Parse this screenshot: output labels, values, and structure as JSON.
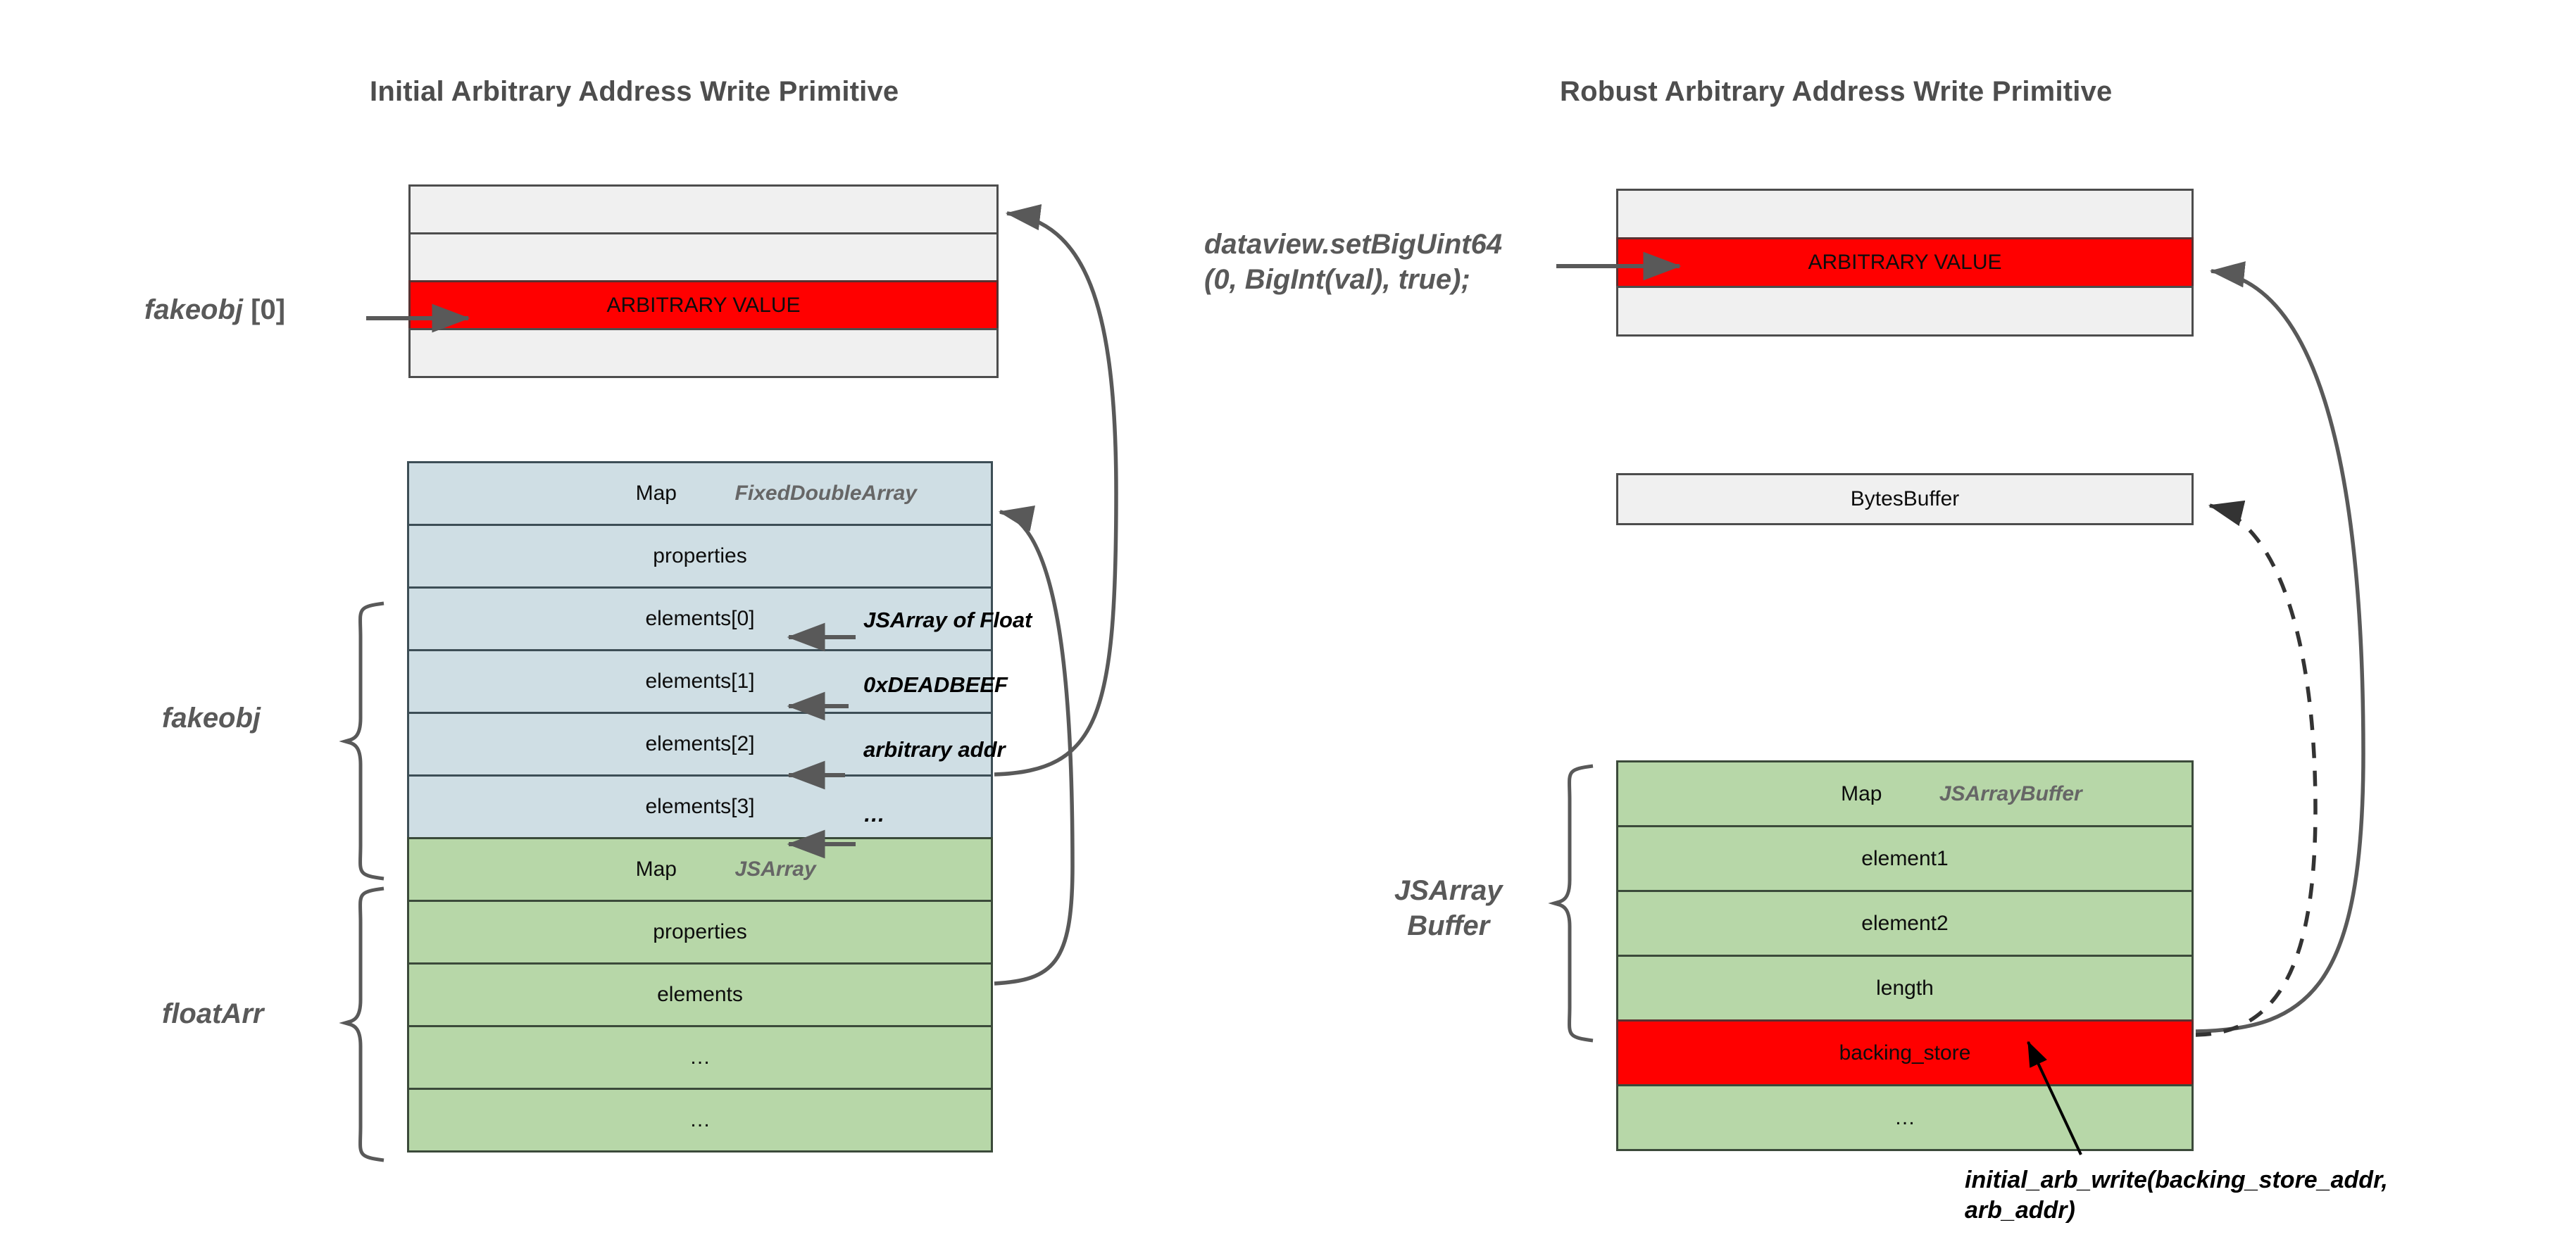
{
  "left_panel": {
    "title": "Initial Arbitrary Address Write Primitive",
    "target_block": {
      "rows": [
        {
          "label": "",
          "fill": "gray"
        },
        {
          "label": "",
          "fill": "gray"
        },
        {
          "label": "ARBITRARY VALUE",
          "fill": "red"
        },
        {
          "label": "",
          "fill": "gray"
        }
      ]
    },
    "pointer_label": "fakeobj [0]",
    "pointer_label_em": "fakeobj",
    "pointer_label_rest": " [0]",
    "struct_table": {
      "rows": [
        {
          "label": "Map",
          "type_tag": "FixedDoubleArray",
          "fill": "blue",
          "annotation": ""
        },
        {
          "label": "properties",
          "type_tag": "",
          "fill": "blue",
          "annotation": ""
        },
        {
          "label": "elements[0]",
          "type_tag": "",
          "fill": "blue",
          "annotation": "JSArray of Float"
        },
        {
          "label": "elements[1]",
          "type_tag": "",
          "fill": "blue",
          "annotation": "0xDEADBEEF"
        },
        {
          "label": "elements[2]",
          "type_tag": "",
          "fill": "blue",
          "annotation": "arbitrary addr"
        },
        {
          "label": "elements[3]",
          "type_tag": "",
          "fill": "blue",
          "annotation": "…"
        },
        {
          "label": "Map",
          "type_tag": "JSArray",
          "fill": "green",
          "annotation": ""
        },
        {
          "label": "properties",
          "type_tag": "",
          "fill": "green",
          "annotation": ""
        },
        {
          "label": "elements",
          "type_tag": "",
          "fill": "green",
          "annotation": ""
        },
        {
          "label": "…",
          "type_tag": "",
          "fill": "green",
          "annotation": ""
        },
        {
          "label": "…",
          "type_tag": "",
          "fill": "green",
          "annotation": ""
        }
      ]
    },
    "brace_labels": [
      {
        "text": "fakeobj"
      },
      {
        "text": "floatArr"
      }
    ]
  },
  "right_panel": {
    "title": "Robust Arbitrary Address Write Primitive",
    "target_block": {
      "rows": [
        {
          "label": "",
          "fill": "gray"
        },
        {
          "label": "ARBITRARY VALUE",
          "fill": "red"
        },
        {
          "label": "",
          "fill": "gray"
        }
      ]
    },
    "code_callout_line1": "dataview.setBigUint64",
    "code_callout_line2": "(0, BigInt(val), true);",
    "bytes_buffer_label": "BytesBuffer",
    "struct_table": {
      "rows": [
        {
          "label": "Map",
          "type_tag": "JSArrayBuffer",
          "fill": "green"
        },
        {
          "label": "element1",
          "type_tag": "",
          "fill": "green"
        },
        {
          "label": "element2",
          "type_tag": "",
          "fill": "green"
        },
        {
          "label": "length",
          "type_tag": "",
          "fill": "green"
        },
        {
          "label": "backing_store",
          "type_tag": "",
          "fill": "red"
        },
        {
          "label": "…",
          "type_tag": "",
          "fill": "green"
        }
      ]
    },
    "brace_label_line1": "JSArray",
    "brace_label_line2": "Buffer",
    "bottom_callout": "initial_arb_write(backing_store_addr, arb_addr)"
  },
  "colors": {
    "title_gray": "#4d4d4d",
    "blue_fill": "#cfdee4",
    "green_fill": "#b7d7a8",
    "red_fill": "#ff0000",
    "gray_fill": "#f0f0f0",
    "border_dark": "#4d4d4d",
    "annotation_black": "#000000",
    "type_tag_gray": "#666666"
  }
}
